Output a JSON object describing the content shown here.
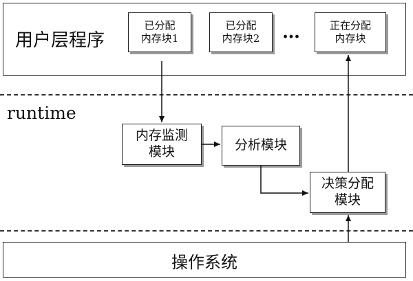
{
  "user_layer": {
    "title": "用户层程序",
    "block1": {
      "line1": "已分配",
      "line2": "内存块1"
    },
    "block2": {
      "line1": "已分配",
      "line2": "内存块2"
    },
    "ellipsis": "…",
    "block3": {
      "line1": "正在分配",
      "line2": "内存块"
    }
  },
  "runtime": {
    "label": "runtime",
    "monitor": {
      "line1": "内存监测",
      "line2": "模块"
    },
    "analysis": {
      "line1": "分析模块"
    },
    "decision": {
      "line1": "决策分配",
      "line2": "模块"
    }
  },
  "os_layer": {
    "title": "操作系统"
  }
}
